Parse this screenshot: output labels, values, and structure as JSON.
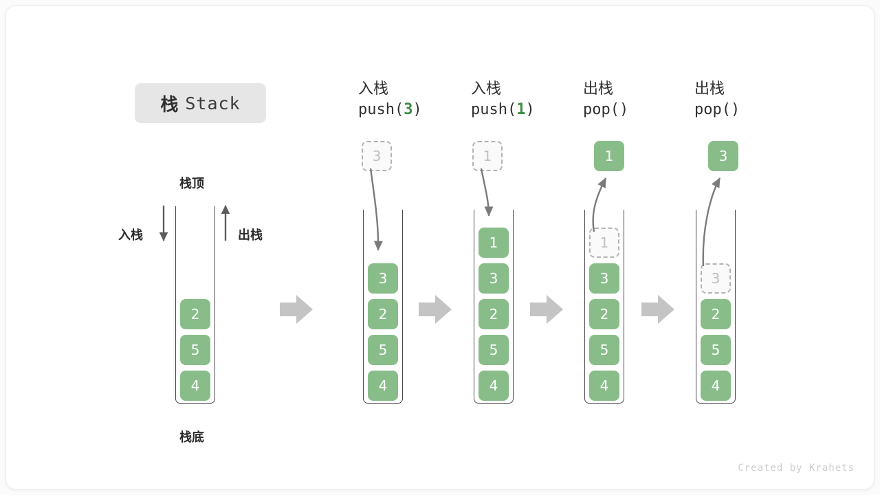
{
  "title": {
    "cn": "栈",
    "en": "Stack"
  },
  "labels": {
    "top": "栈顶",
    "bottom": "栈底",
    "push": "入栈",
    "pop": "出栈"
  },
  "colors": {
    "element_green": "#88bd8a",
    "ghost_border": "#b3b3b3",
    "ghost_text": "#c0c0c0",
    "arrow_gray": "#c4c4c4",
    "stroke_dark": "#4a4a4a",
    "title_pill_bg": "#e6e6e6",
    "code_arg_green": "#3d8b42"
  },
  "steps": [
    {
      "id": "initial",
      "op_cn": "",
      "op_code": "",
      "op_arg": "",
      "stack": [
        "4",
        "5",
        "2"
      ],
      "ghost_top": null,
      "float_ghost": null,
      "float_solid": null
    },
    {
      "id": "push-3",
      "op_cn": "入栈",
      "op_code_prefix": "push(",
      "op_arg": "3",
      "op_code_suffix": ")",
      "stack": [
        "4",
        "5",
        "2",
        "3"
      ],
      "float_ghost": "3",
      "float_solid": null,
      "arrow": "down"
    },
    {
      "id": "push-1",
      "op_cn": "入栈",
      "op_code_prefix": "push(",
      "op_arg": "1",
      "op_code_suffix": ")",
      "stack": [
        "4",
        "5",
        "2",
        "3",
        "1"
      ],
      "float_ghost": "1",
      "float_solid": null,
      "arrow": "down"
    },
    {
      "id": "pop-1",
      "op_cn": "出栈",
      "op_code_prefix": "pop(",
      "op_arg": "",
      "op_code_suffix": ")",
      "stack": [
        "4",
        "5",
        "2",
        "3"
      ],
      "ghost_top": "1",
      "float_ghost": null,
      "float_solid": "1",
      "arrow": "up"
    },
    {
      "id": "pop-3",
      "op_cn": "出栈",
      "op_code_prefix": "pop(",
      "op_arg": "",
      "op_code_suffix": ")",
      "stack": [
        "4",
        "5",
        "2"
      ],
      "ghost_top": "3",
      "float_ghost": null,
      "float_solid": "3",
      "arrow": "up"
    }
  ],
  "watermark": "Created by Krahets"
}
